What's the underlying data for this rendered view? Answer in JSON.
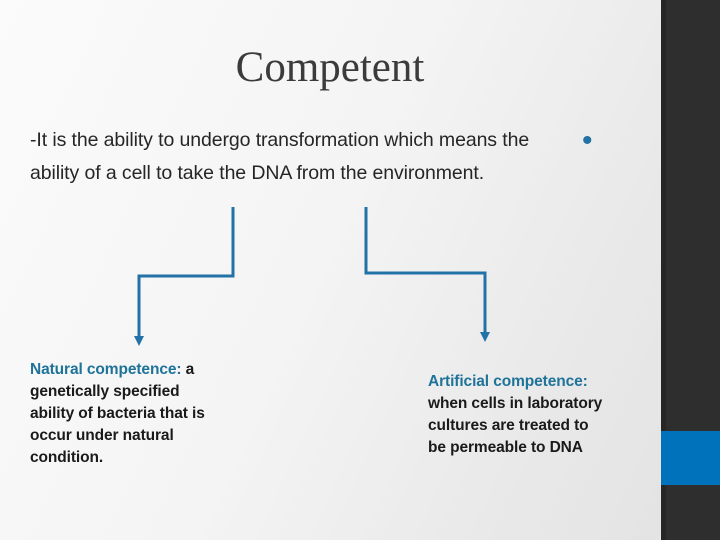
{
  "slide": {
    "title": "Competent",
    "definition": {
      "lines": [
        "-It is the ability to undergo transformation which means the",
        "ability of a cell to take the DNA from the environment."
      ],
      "bullet_glyph": "•"
    },
    "natural_box": {
      "heading": "Natural competence:",
      "heading_suffix": " a",
      "lines": [
        "genetically specified",
        "ability of bacteria that is",
        "occur under natural",
        "condition."
      ]
    },
    "artificial_box": {
      "heading": "Artificial competence:",
      "lines": [
        "when cells in laboratory",
        "cultures are treated to",
        " be permeable to DNA"
      ]
    },
    "colors": {
      "title_text": "#3b3b3b",
      "body_text": "#262626",
      "heading_teal": "#1e7399",
      "connector_blue": "#2272a8",
      "bullet_dot": "#2272a4",
      "sidebar_dark": "#2f2e2e",
      "accent_blue": "#0072bc"
    }
  }
}
